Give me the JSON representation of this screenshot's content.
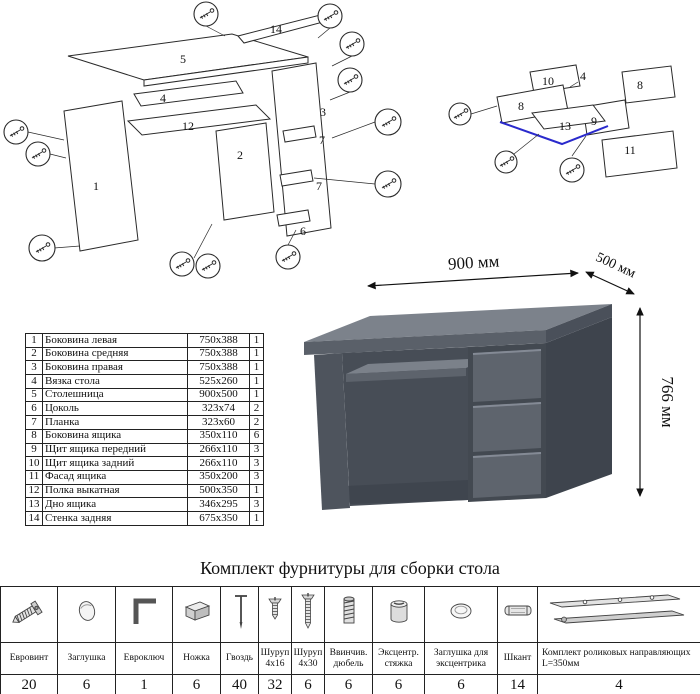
{
  "colors": {
    "ink": "#111111",
    "panel_stroke": "#2a2a2a",
    "highlight_blue": "#2a2acc",
    "desk_top": "#7c828b",
    "desk_front": "#565c65",
    "desk_side": "#3e444d"
  },
  "diagram_left": {
    "labels": [
      "14",
      "5",
      "4",
      "12",
      "2",
      "1",
      "3",
      "7",
      "7",
      "6"
    ]
  },
  "diagram_right": {
    "labels": [
      "10",
      "4",
      "8",
      "8",
      "9",
      "13",
      "11"
    ]
  },
  "desk_render": {
    "dim_width": "900 мм",
    "dim_depth": "500 мм",
    "dim_height": "766 мм"
  },
  "parts_table": {
    "rows": [
      {
        "num": "1",
        "name": "Боковина левая",
        "size": "750x388",
        "qty": "1"
      },
      {
        "num": "2",
        "name": "Боковина средняя",
        "size": "750x388",
        "qty": "1"
      },
      {
        "num": "3",
        "name": "Боковина правая",
        "size": "750x388",
        "qty": "1"
      },
      {
        "num": "4",
        "name": "Вязка стола",
        "size": "525x260",
        "qty": "1"
      },
      {
        "num": "5",
        "name": "Столешница",
        "size": "900x500",
        "qty": "1"
      },
      {
        "num": "6",
        "name": "Цоколь",
        "size": "323x74",
        "qty": "2"
      },
      {
        "num": "7",
        "name": "Планка",
        "size": "323x60",
        "qty": "2"
      },
      {
        "num": "8",
        "name": "Боковина ящика",
        "size": "350x110",
        "qty": "6"
      },
      {
        "num": "9",
        "name": "Щит ящика передний",
        "size": "266x110",
        "qty": "3"
      },
      {
        "num": "10",
        "name": "Щит ящика задний",
        "size": "266x110",
        "qty": "3"
      },
      {
        "num": "11",
        "name": "Фасад ящика",
        "size": "350x200",
        "qty": "3"
      },
      {
        "num": "12",
        "name": "Полка выкатная",
        "size": "500x350",
        "qty": "1"
      },
      {
        "num": "13",
        "name": "Дно ящика",
        "size": "346x295",
        "qty": "3"
      },
      {
        "num": "14",
        "name": "Стенка задняя",
        "size": "675x350",
        "qty": "1"
      }
    ]
  },
  "hardware": {
    "title": "Комплект фурнитуры для сборки стола",
    "items": [
      {
        "name": "Евровинт",
        "qty": "20",
        "icon": "confirmat-screw"
      },
      {
        "name": "Заглушка",
        "qty": "6",
        "icon": "cap-plug"
      },
      {
        "name": "Евроключ",
        "qty": "1",
        "icon": "hex-key"
      },
      {
        "name": "Ножка",
        "qty": "6",
        "icon": "furniture-foot"
      },
      {
        "name": "Гвоздь",
        "qty": "40",
        "icon": "nail"
      },
      {
        "name": "Шуруп 4х16",
        "qty": "32",
        "icon": "screw"
      },
      {
        "name": "Шуруп 4х30",
        "qty": "6",
        "icon": "screw"
      },
      {
        "name": "Ввинчив. дюбель",
        "qty": "6",
        "icon": "screw-in-dowel"
      },
      {
        "name": "Эксцентр. стяжка",
        "qty": "6",
        "icon": "cam-lock"
      },
      {
        "name": "Заглушка для эксцентрика",
        "qty": "6",
        "icon": "cam-cap"
      },
      {
        "name": "Шкант",
        "qty": "14",
        "icon": "wood-dowel"
      },
      {
        "name": "Комплект роликовых направляющих L=350мм",
        "qty": "4",
        "icon": "roller-guides"
      }
    ]
  }
}
